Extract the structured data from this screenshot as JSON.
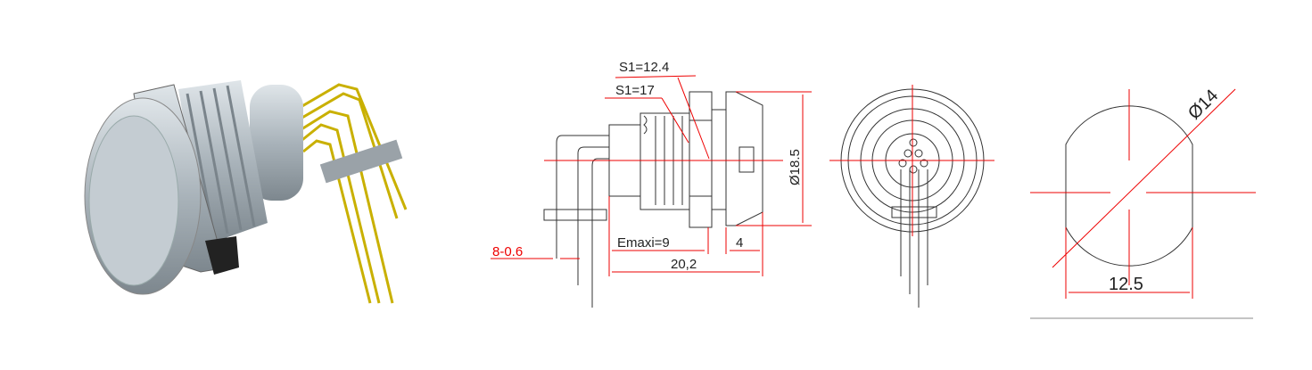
{
  "side_view": {
    "labels": {
      "s1_nut": "S1=12.4",
      "s1_body": "S1=17",
      "diameter": "Ø18.5",
      "emax": "Emaxi=9",
      "flange": "4",
      "length": "20,2",
      "pins": "8-0.6"
    }
  },
  "cutout": {
    "labels": {
      "diameter": "Ø14",
      "flat": "12.5"
    }
  },
  "colors": {
    "dimension": "#e00000",
    "outline": "#333333",
    "pins": "#c8b400",
    "body": "#b9c2c8"
  }
}
